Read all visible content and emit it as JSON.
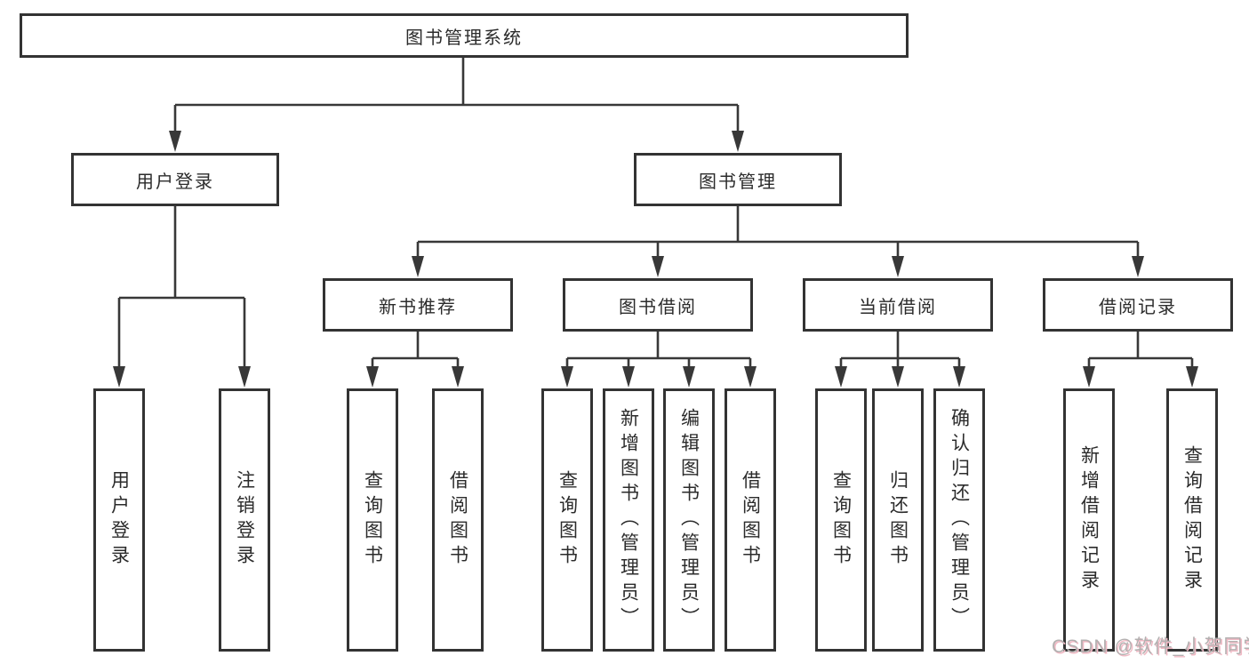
{
  "diagram": {
    "root": {
      "label": "图书管理系统"
    },
    "branches": [
      {
        "label": "用户登录",
        "children": [
          {
            "label": "用户登录"
          },
          {
            "label": "注销登录"
          }
        ]
      },
      {
        "label": "图书管理",
        "children": [
          {
            "label": "新书推荐",
            "children": [
              {
                "label": "查询图书"
              },
              {
                "label": "借阅图书"
              }
            ]
          },
          {
            "label": "图书借阅",
            "children": [
              {
                "label": "查询图书"
              },
              {
                "label": "新增图书（管理员）"
              },
              {
                "label": "编辑图书（管理员）"
              },
              {
                "label": "借阅图书"
              }
            ]
          },
          {
            "label": "当前借阅",
            "children": [
              {
                "label": "查询图书"
              },
              {
                "label": "归还图书"
              },
              {
                "label": "确认归还（管理员）"
              }
            ]
          },
          {
            "label": "借阅记录",
            "children": [
              {
                "label": "新增借阅记录"
              },
              {
                "label": "查询借阅记录"
              }
            ]
          }
        ]
      }
    ]
  },
  "watermark": {
    "text": "CSDN @软件_小贺同学"
  },
  "colors": {
    "line": "#383838",
    "box_border": "#333333",
    "text": "#2b2b2b",
    "background": "#ffffff",
    "watermark_gray": "#b3b0b0",
    "watermark_pink": "#f0b9c4"
  }
}
